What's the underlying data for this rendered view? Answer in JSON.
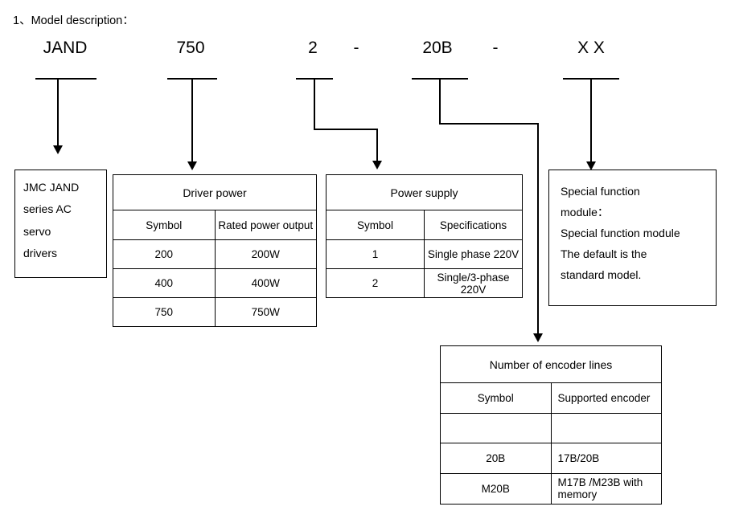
{
  "title": "1、Model description：",
  "code": {
    "parts": [
      {
        "label": "JAND"
      },
      {
        "label": "750"
      },
      {
        "label": "2"
      },
      {
        "label": "-"
      },
      {
        "label": "20B"
      },
      {
        "label": "-"
      },
      {
        "label": "X X"
      }
    ]
  },
  "boxes": {
    "series": {
      "lines": [
        "JMC JAND",
        "series AC",
        "servo",
        "drivers"
      ]
    },
    "driver_power": {
      "header": "Driver power",
      "columns": [
        "Symbol",
        "Rated power output"
      ],
      "rows": [
        [
          "200",
          "200W"
        ],
        [
          "400",
          "400W"
        ],
        [
          "750",
          "750W"
        ]
      ]
    },
    "power_supply": {
      "header": "Power supply",
      "columns": [
        "Symbol",
        "Specifications"
      ],
      "rows": [
        [
          "1",
          "Single phase 220V"
        ],
        [
          "2",
          "Single/3-phase 220V"
        ]
      ]
    },
    "special_function": {
      "lines": [
        "Special function",
        "module：",
        "Special function module",
        "The default is the",
        "standard model."
      ]
    },
    "encoder": {
      "header": "Number of encoder lines",
      "columns": [
        "Symbol",
        "Supported encoder"
      ],
      "rows": [
        [
          "",
          ""
        ],
        [
          "20B",
          "17B/20B"
        ],
        [
          "M20B",
          "M17B /M23B with memory"
        ]
      ]
    }
  }
}
